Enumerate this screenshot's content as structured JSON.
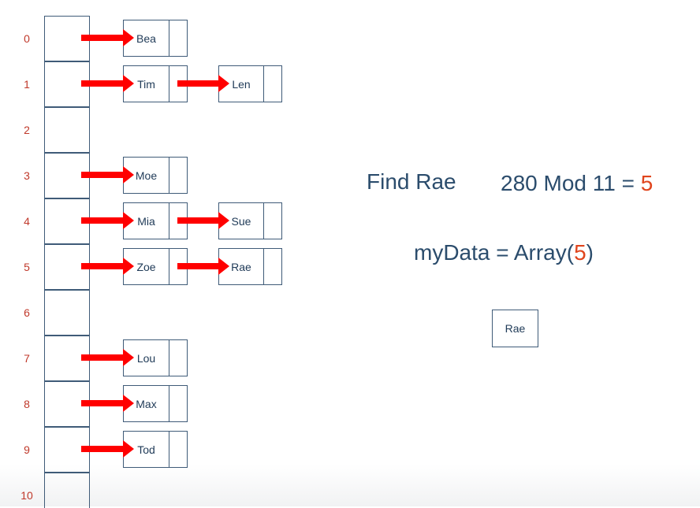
{
  "hash_table": {
    "indices": [
      "0",
      "1",
      "2",
      "3",
      "4",
      "5",
      "6",
      "7",
      "8",
      "9",
      "10"
    ],
    "chains": [
      [
        "Bea"
      ],
      [
        "Tim",
        "Len"
      ],
      [],
      [
        "Moe"
      ],
      [
        "Mia",
        "Sue"
      ],
      [
        "Zoe",
        "Rae"
      ],
      [],
      [
        "Lou"
      ],
      [
        "Max"
      ],
      [
        "Tod"
      ],
      []
    ]
  },
  "find_label": "Find Rae",
  "hash_expr": {
    "prefix": "280 Mod 11 = ",
    "result": "5"
  },
  "lookup_expr": {
    "prefix": "myData = Array(",
    "index": "5",
    "suffix": ")"
  },
  "result_value": "Rae",
  "colors": {
    "arrow": "#ff0000",
    "index": "#c0392b",
    "highlight": "#e0451d",
    "text": "#2b4c6c",
    "border": "#3f5b78"
  }
}
